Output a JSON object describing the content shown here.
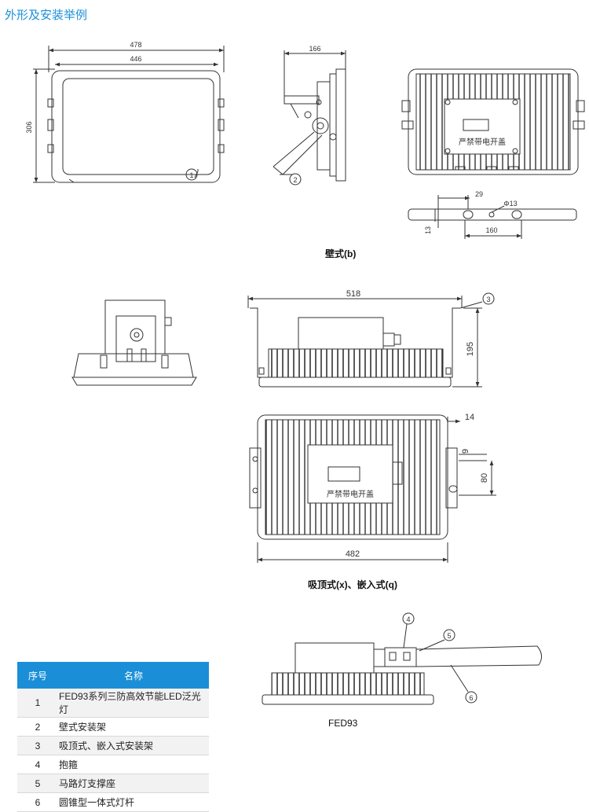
{
  "header": {
    "title": "外形及安装举例"
  },
  "figures": {
    "wall": {
      "caption": "壁式(b)",
      "dim_total_width": "478",
      "dim_inner_width": "446",
      "dim_height": "306",
      "dim_side_depth": "166",
      "dim_slot_offset": "29",
      "dim_hole": "Φ13",
      "dim_hole_pitch": "160",
      "dim_bracket_thickness": "13",
      "callout_1": "1",
      "callout_2": "2",
      "warning_label": "严禁带电开盖"
    },
    "ceiling": {
      "caption": "吸顶式(x)、嵌入式(q)",
      "dim_bracket_span": "518",
      "dim_bracket_height": "195",
      "dim_edge": "14",
      "dim_slot": "9",
      "dim_slot_pitch": "80",
      "dim_bottom_width": "482",
      "callout_3": "3",
      "warning_label": "严禁带电开盖"
    },
    "pole": {
      "caption": "FED93",
      "callout_4": "4",
      "callout_5": "5",
      "callout_6": "6"
    }
  },
  "parts_table": {
    "headers": [
      "序号",
      "名称"
    ],
    "rows": [
      {
        "no": "1",
        "name": "FED93系列三防高效节能LED泛光灯"
      },
      {
        "no": "2",
        "name": "壁式安装架"
      },
      {
        "no": "3",
        "name": "吸顶式、嵌入式安装架"
      },
      {
        "no": "4",
        "name": "抱箍"
      },
      {
        "no": "5",
        "name": "马路灯支撑座"
      },
      {
        "no": "6",
        "name": "圆锥型一体式灯杆"
      }
    ]
  },
  "colors": {
    "accent": "#1a8fd8",
    "line": "#333333"
  }
}
